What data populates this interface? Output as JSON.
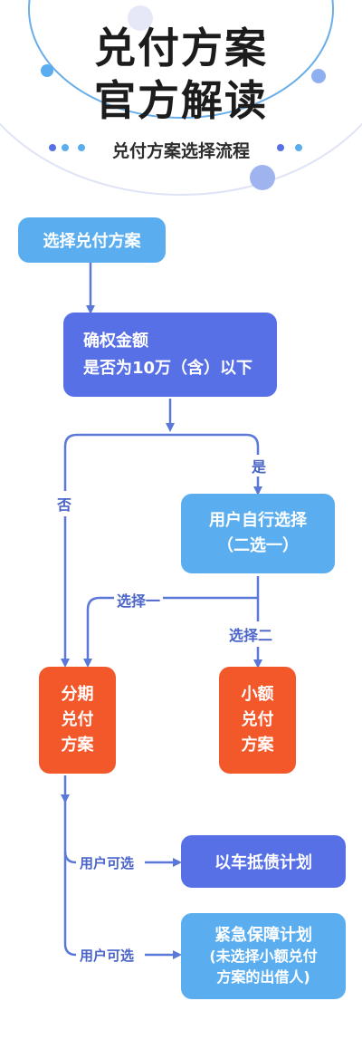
{
  "header": {
    "title_line1": "兑付方案",
    "title_line2": "官方解读",
    "subtitle": "兑付方案选择流程"
  },
  "flow": {
    "start": "选择兑付方案",
    "decision_line1": "确权金额",
    "decision_line2": "是否为10万（含）以下",
    "edge_yes": "是",
    "edge_no": "否",
    "self_choice_line1": "用户自行选择",
    "self_choice_line2": "（二选一）",
    "edge_choice1": "选择一",
    "edge_choice2": "选择二",
    "installment_line1": "分期",
    "installment_line2": "兑付",
    "installment_line3": "方案",
    "small_line1": "小额",
    "small_line2": "兑付",
    "small_line3": "方案",
    "edge_optional_1": "用户可选",
    "edge_optional_2": "用户可选",
    "car_plan": "以车抵债计划",
    "emergency_line1": "紧急保障计划",
    "emergency_line2": "(未选择小额兑付",
    "emergency_line3": "方案的出借人)"
  },
  "colors": {
    "light_blue": "#5aaef0",
    "royal_blue": "#5870e6",
    "orange": "#f2582a",
    "line": "#5a78d8",
    "accent": "#8fb0f0"
  }
}
